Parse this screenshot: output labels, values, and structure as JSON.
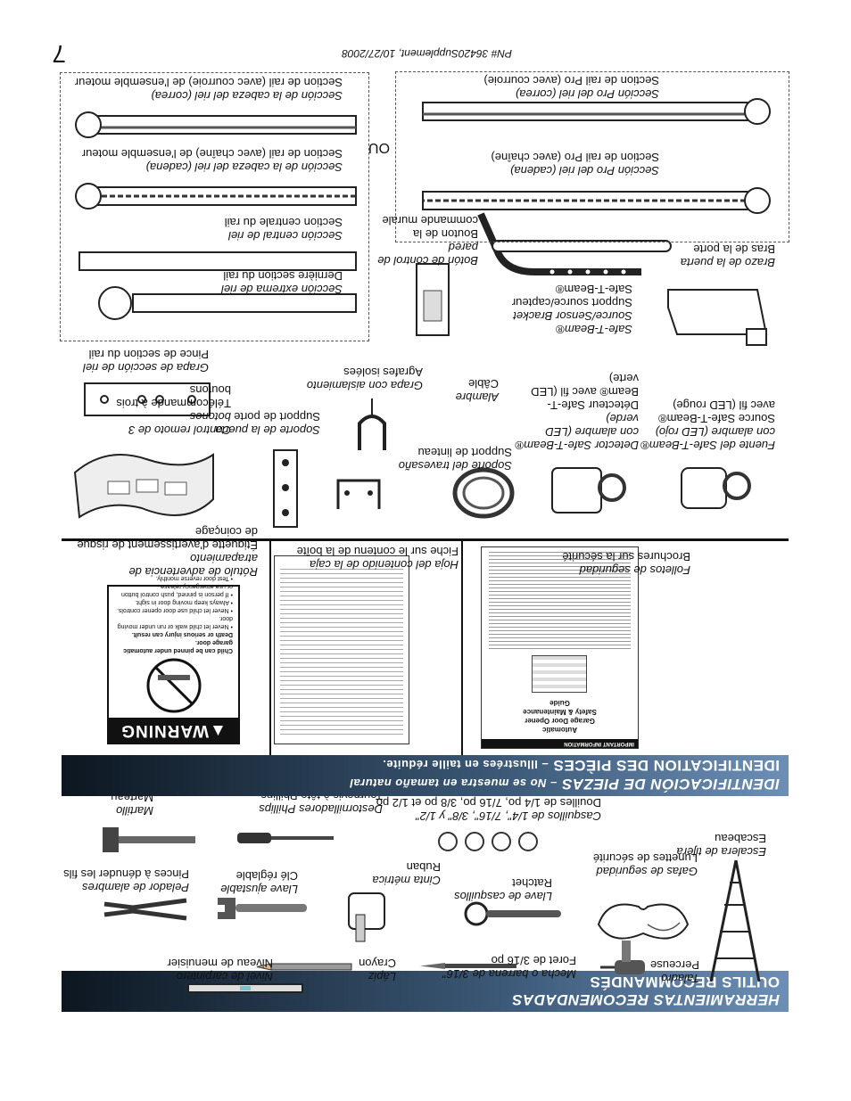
{
  "page": {
    "number": "7",
    "part_number": "PN# 36420Supplement, 10/27/2008"
  },
  "tools_header": {
    "es": "HERRAMIENTAS RECOMENDADAS",
    "fr": "OUTILS RECOMMANDÉS"
  },
  "tools": {
    "ladder": {
      "es": "Escalera de tijera",
      "fr": "Escabeau"
    },
    "goggles": {
      "es": "Gafas de seguridad",
      "fr": "Lunettes de sécurité"
    },
    "sockets": {
      "es": "Casquillos de 1/4\", 7/16\", 3/8\" y 1/2\"",
      "fr": "Douilles de 1/4 po, 7/16 po, 3/8 po et 1/2 po"
    },
    "screwdrivers": {
      "es": "Destornilladores Phillips",
      "fr": "Tournevis à tête Phillips"
    },
    "hammer": {
      "es": "Martillo",
      "fr": "Marteau"
    },
    "drill": {
      "es": "Taladro",
      "fr": "Perceuse"
    },
    "bit": {
      "es": "Mecha o barrena de 3/16\"",
      "fr": "Foret de 3/16 po"
    },
    "ratchet": {
      "es": "Llave de casquillos",
      "fr": "Ratchet"
    },
    "tape": {
      "es": "Cinta métrica",
      "fr": "Ruban"
    },
    "wrench": {
      "es": "Llave ajustable",
      "fr": "Clé réglable"
    },
    "strippers": {
      "es": "Pelador de alambres",
      "fr": "Pinces à dénuder les fils"
    },
    "pencil": {
      "es": "Lápiz",
      "fr": "Crayon"
    },
    "level": {
      "es": "Nivel de carpintero",
      "fr": "Niveau de menuisier"
    }
  },
  "parts_header": {
    "es": "IDENTIFICACIÓN DE PIEZAS",
    "es_sub": "– No se muestra en tamaño natural",
    "fr": "IDENTIFICATION DES PIÈCES",
    "fr_sub": "– Illustrées en taille réduite."
  },
  "literature": {
    "safety": {
      "es": "Folletos de seguridad",
      "fr": "Brochures sur la sécurité"
    },
    "contents": {
      "es": "Hoja del contenido de la caja",
      "fr": "Fiche sur le contenu de la boîte"
    },
    "warning_label": {
      "es": "Rótulo de advertencia de atrapamiento",
      "fr": "Étiquette d'avertissement de risque de coinçage"
    }
  },
  "warning_card": {
    "heading": "▲WARNING",
    "lines": [
      "Child can be pinned under automatic garage door.",
      "Death or serious injury can result.",
      "• Never let child walk or run under moving door.",
      "• Never let child use door opener controls.",
      "• Always keep moving door in sight.",
      "• If person is pinned, push control button or use emergency release.",
      "• Test door reverse monthly."
    ]
  },
  "safety_booklet": {
    "header": "IMPORTANT INFORMATION",
    "title_lines": [
      "Automatic",
      "Garage Door Opener",
      "Safety & Maintenance",
      "Guide"
    ]
  },
  "parts": {
    "source": {
      "es": "Fuente del Safe-T-Beam® con alambre (LED rojo)",
      "fr": "Source Safe-T-Beam® avec fil (LED rouge)"
    },
    "detector": {
      "es": "Detector Safe-T-Beam® con alambre (LED verde)",
      "fr": "Détecteur Safe-T-Beam® avec fil (LED verte)"
    },
    "wire": {
      "es": "Alambre",
      "fr": "Câble"
    },
    "staples": {
      "es": "Grapa con aislamiento",
      "fr": "Agrafes isolées"
    },
    "header_bracket": {
      "es": "Soporte del travesaño",
      "fr": "Support de linteau"
    },
    "door_bracket": {
      "es": "Soporte de la puerta",
      "fr": "Support de porte"
    },
    "remote": {
      "es": "Control remoto de 3 botones",
      "fr": "Télécommande à trois boutons"
    },
    "rail_clip": {
      "es": "Grapa de sección de riel",
      "fr": "Pince de section du rail"
    },
    "sensor_bracket": {
      "es": "Safe-T-Beam® Source/Sensor Bracket",
      "fr": "Support source/capteur Safe-T-Beam®"
    },
    "door_arm": {
      "es": "Brazo de la puerta",
      "fr": "Bras de la porte"
    },
    "wall_control": {
      "es": "Botón de control de pared",
      "fr": "Bouton de la commande murale"
    },
    "end_rail": {
      "es": "Sección extrema de riel",
      "fr": "Dernière section du rail"
    },
    "center_rail": {
      "es": "Sección central de riel",
      "fr": "Section centrale du rail"
    },
    "chain_head": {
      "es": "Sección de la cabeza del riel (cadena)",
      "fr": "Section de rail (avec chaîne) de l'ensemble moteur"
    },
    "belt_head": {
      "es": "Sección de la cabeza del riel (correa)",
      "fr": "Section de rail (avec courroie) de l'ensemble moteur"
    },
    "pro_chain": {
      "es": "Sección Pro del riel (cadena)",
      "fr": "Section de rail Pro (avec chaîne)"
    },
    "pro_belt": {
      "es": "Sección Pro del riel (correa)",
      "fr": "Section de rail Pro (avec courroie)"
    },
    "or": "OU"
  }
}
